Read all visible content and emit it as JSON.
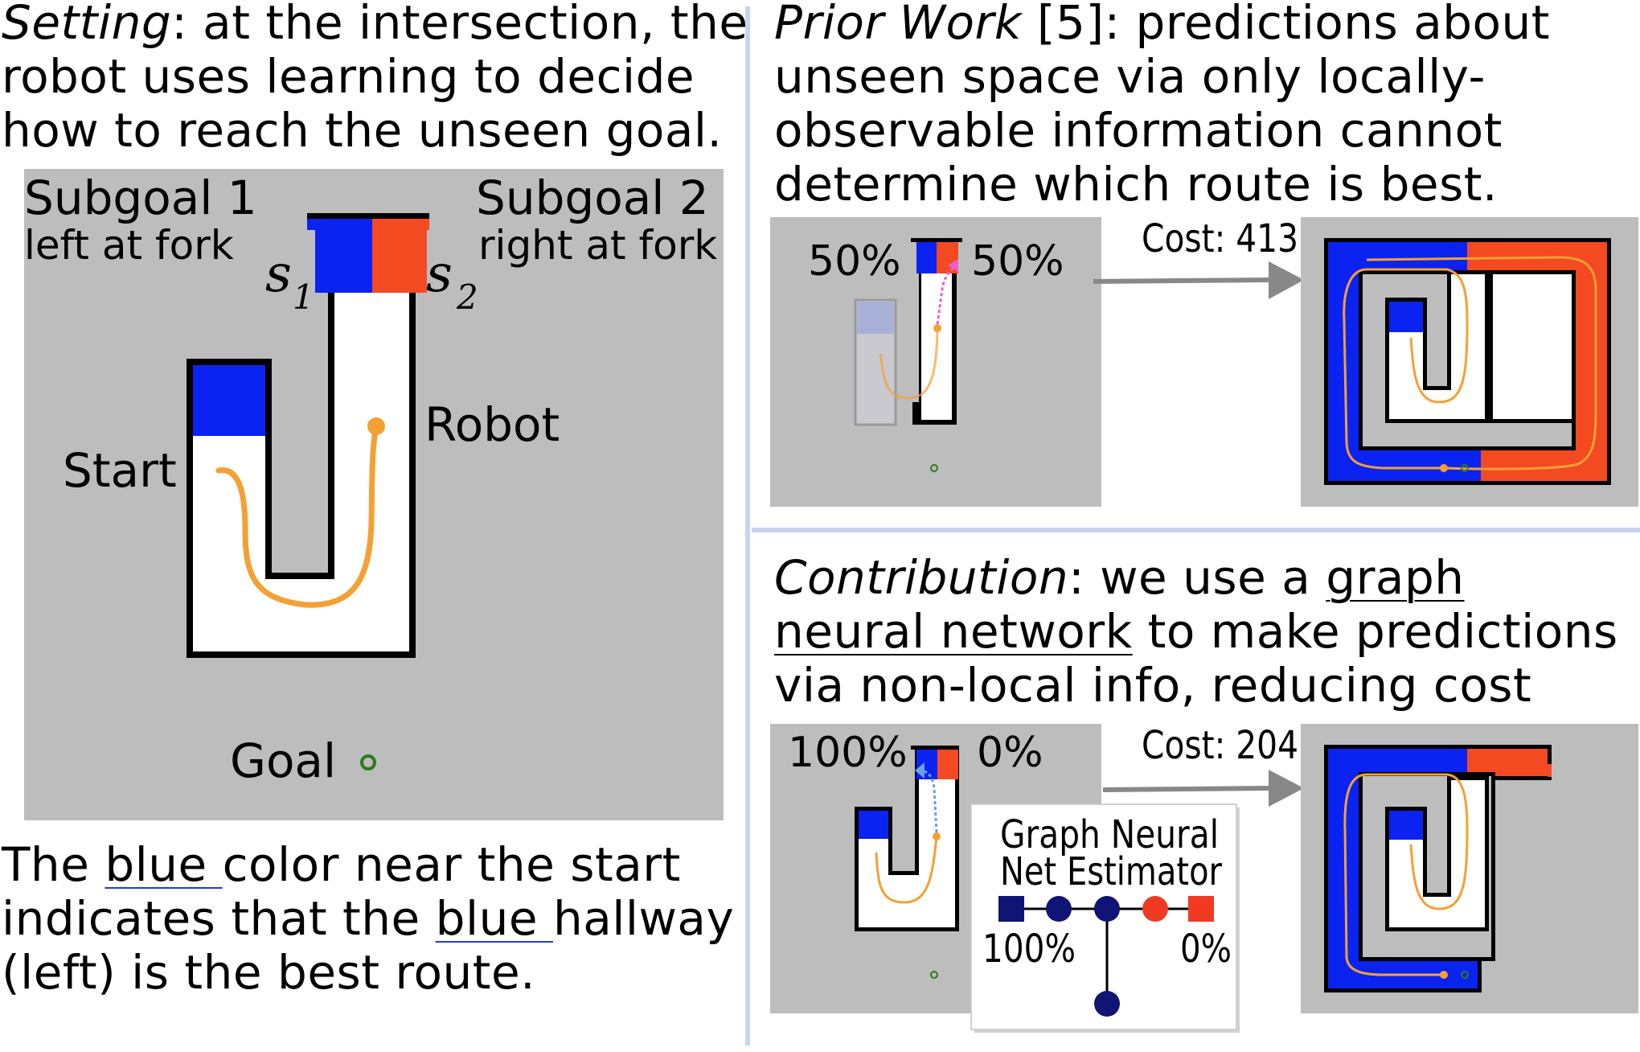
{
  "left_panel": {
    "setting_label": "Setting",
    "setting_lines": [
      ": at the intersection, the",
      "robot uses learning to decide",
      "how to reach the unseen goal."
    ],
    "subgoal1_title": "Subgoal 1",
    "subgoal1_sub": "left at fork",
    "subgoal2_title": "Subgoal 2",
    "subgoal2_sub": "right at fork",
    "s1_var": "s",
    "s1_sub": "1",
    "s2_var": "s",
    "s2_sub": "2",
    "start_label": "Start",
    "robot_label": "Robot",
    "goal_label": "Goal",
    "caption": {
      "l1_a": "The ",
      "l1_u": "blue ",
      "l1_b": "color near the start",
      "l2_a": "indicates that the ",
      "l2_u": "blue ",
      "l2_b": "hallway",
      "l3": "(left) is the best route."
    }
  },
  "top_right": {
    "prior_label": "Prior Work",
    "prior_ref": " [5]: predictions about",
    "lines": [
      "unseen space via only locally-",
      "observable information cannot",
      "determine which route is best."
    ],
    "pct_left": "50%",
    "pct_right": "50%",
    "cost": "Cost: 413"
  },
  "bottom_right": {
    "contrib_label": "Contribution",
    "l1_a": ": we use a ",
    "l1_u": "graph",
    "l2_u": "neural network",
    "l2_b": " to make predictions",
    "l3": "via non-local info, reducing cost",
    "pct_left": "100%",
    "pct_right": "0%",
    "cost": "Cost: 204",
    "gnn_title_1": "Graph Neural",
    "gnn_title_2": "Net Estimator",
    "gnn_left_pct": "100%",
    "gnn_right_pct": "0%"
  },
  "colors": {
    "blue": "#0a23f0",
    "red": "#f44a22",
    "orange": "#f5a033",
    "grey": "#bdbdbd",
    "navy": "#101474",
    "gnn_red": "#f03a22",
    "divider": "#c8d5f2"
  }
}
